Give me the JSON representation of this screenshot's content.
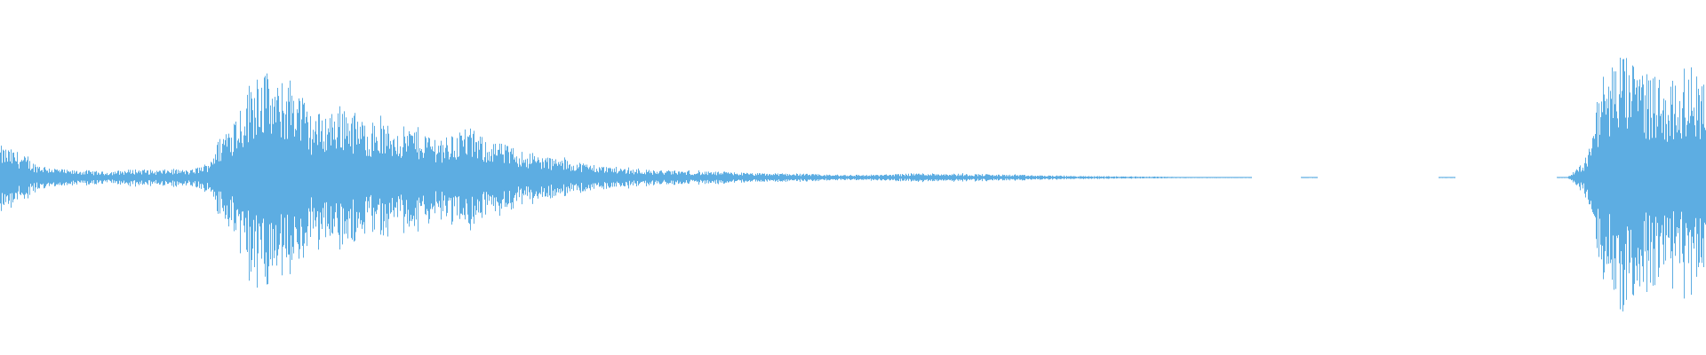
{
  "waveform": {
    "color": "#5DADE2",
    "background": "#ffffff",
    "envelope": [
      0.22,
      0.18,
      0.1,
      0.07,
      0.05,
      0.05,
      0.04,
      0.05,
      0.06,
      0.05,
      0.06,
      0.05,
      0.1,
      0.34,
      0.52,
      0.82,
      0.62,
      0.72,
      0.44,
      0.46,
      0.52,
      0.4,
      0.38,
      0.34,
      0.36,
      0.3,
      0.28,
      0.36,
      0.28,
      0.24,
      0.2,
      0.16,
      0.14,
      0.12,
      0.1,
      0.08,
      0.07,
      0.06,
      0.05,
      0.05,
      0.045,
      0.04,
      0.04,
      0.035,
      0.03,
      0.03,
      0.03,
      0.025,
      0.02,
      0.02,
      0.02,
      0.02,
      0.025,
      0.03,
      0.03,
      0.03,
      0.025,
      0.025,
      0.02,
      0.02,
      0.015,
      0.015,
      0.012,
      0.01,
      0.01,
      0.008,
      0.008,
      0.006,
      0.005,
      0.004,
      0.004,
      0.003,
      0.003,
      0.0,
      0.0,
      0.0,
      0.002,
      0.0,
      0.0,
      0.0,
      0.0,
      0.0,
      0.0,
      0.0,
      0.002,
      0.0,
      0.0,
      0.0,
      0.0,
      0.0,
      0.0,
      0.003,
      0.12,
      0.7,
      0.85,
      0.78,
      0.72,
      0.65,
      0.78,
      0.7
    ]
  }
}
